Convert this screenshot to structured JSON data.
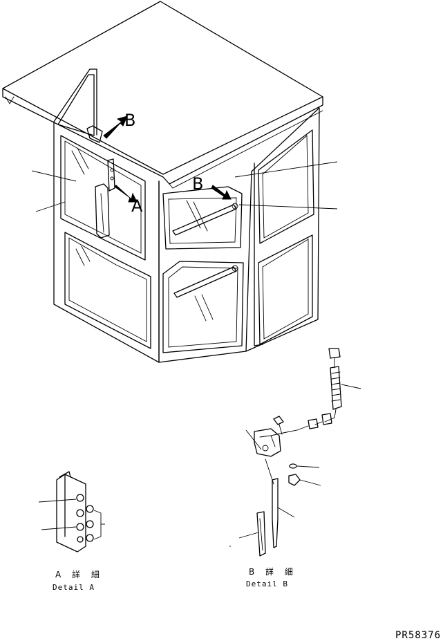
{
  "callouts": {
    "b_top": "B",
    "a_main": "A",
    "b_side": "B"
  },
  "detail_a": {
    "title_jp": "A 詳 細",
    "title_en": "Detail A"
  },
  "detail_b": {
    "title_jp": "B 詳 細",
    "title_en": "Detail B"
  },
  "drawing_code": "PR58376"
}
